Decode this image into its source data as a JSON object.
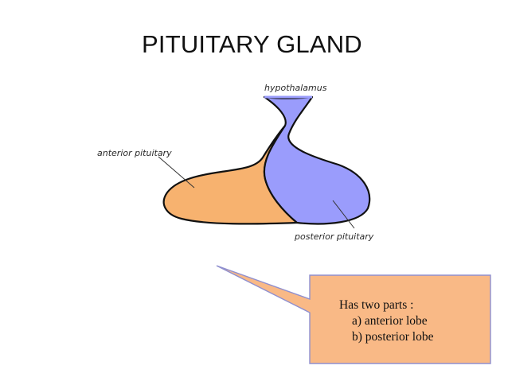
{
  "title": "PITUITARY GLAND",
  "diagram": {
    "labels": {
      "hypothalamus": "hypothalamus",
      "anterior": "anterior pituitary",
      "posterior": "posterior pituitary"
    },
    "colors": {
      "anterior_fill": "#F7B26F",
      "posterior_fill": "#9A9CFC",
      "outline": "#111111",
      "callout_fill": "#F9B986",
      "callout_border": "#8F8FCF"
    }
  },
  "callout": {
    "line1": "Has two parts :",
    "line2": "a) anterior lobe",
    "line3": "b) posterior lobe"
  }
}
